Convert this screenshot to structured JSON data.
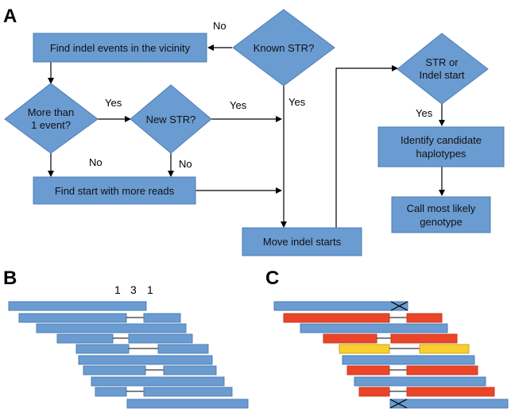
{
  "panels": {
    "a": "A",
    "b": "B",
    "c": "C"
  },
  "colors": {
    "box_fill": "#6a9bd1",
    "box_stroke": "#4f7fb5",
    "red_read": "#ea4528",
    "yellow_read": "#f8cf2c",
    "line": "#000000"
  },
  "flowchart": {
    "known_str": [
      "Known STR?"
    ],
    "find_indel": [
      "Find indel events in the vicinity"
    ],
    "more_than_one": [
      "More than",
      "1 event?"
    ],
    "new_str": [
      "New STR?"
    ],
    "find_start": [
      "Find start with more reads"
    ],
    "move_indel": [
      "Move indel starts"
    ],
    "str_or_indel": [
      "STR or",
      "Indel start"
    ],
    "identify": [
      "Identify candidate",
      "haplotypes"
    ],
    "call": [
      "Call most likely",
      "genotype"
    ],
    "labels": {
      "no_known": "No",
      "yes_known": "Yes",
      "yes_more": "Yes",
      "no_more": "No",
      "yes_new": "Yes",
      "no_new": "No",
      "yes_str": "Yes"
    }
  },
  "panel_b": {
    "counts": [
      "1",
      "3",
      "1"
    ]
  }
}
